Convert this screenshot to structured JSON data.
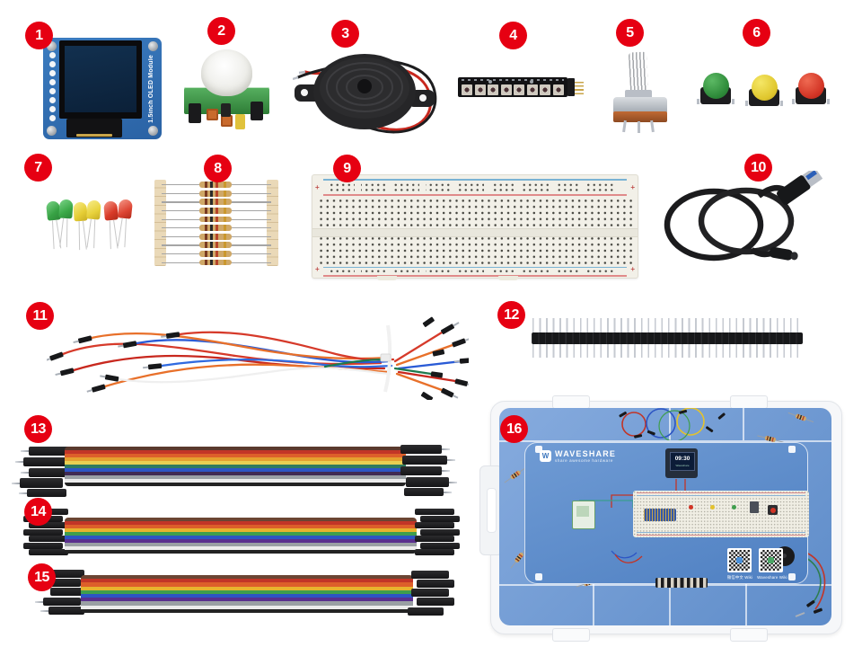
{
  "badges": [
    "1",
    "2",
    "3",
    "4",
    "5",
    "6",
    "7",
    "8",
    "9",
    "10",
    "11",
    "12",
    "13",
    "14",
    "15",
    "16"
  ],
  "oled_module": {
    "label": "1.5inch OLED Module"
  },
  "breadboard": {
    "plus": "+"
  },
  "box": {
    "brand": "WAVESHARE",
    "logo_mark": "W",
    "tagline": "share awesome hardware",
    "screen_time": "09:30",
    "screen_brand": "Waveshare",
    "qr_left_label": "微信中文 Wiki",
    "qr_right_label": "Waveshare Wiki"
  },
  "colors": {
    "badge_red": "#e60012",
    "pcb_blue": "#2e6cb0",
    "box_blue": "#5b8bcb",
    "buzzer_black": "#262626"
  }
}
